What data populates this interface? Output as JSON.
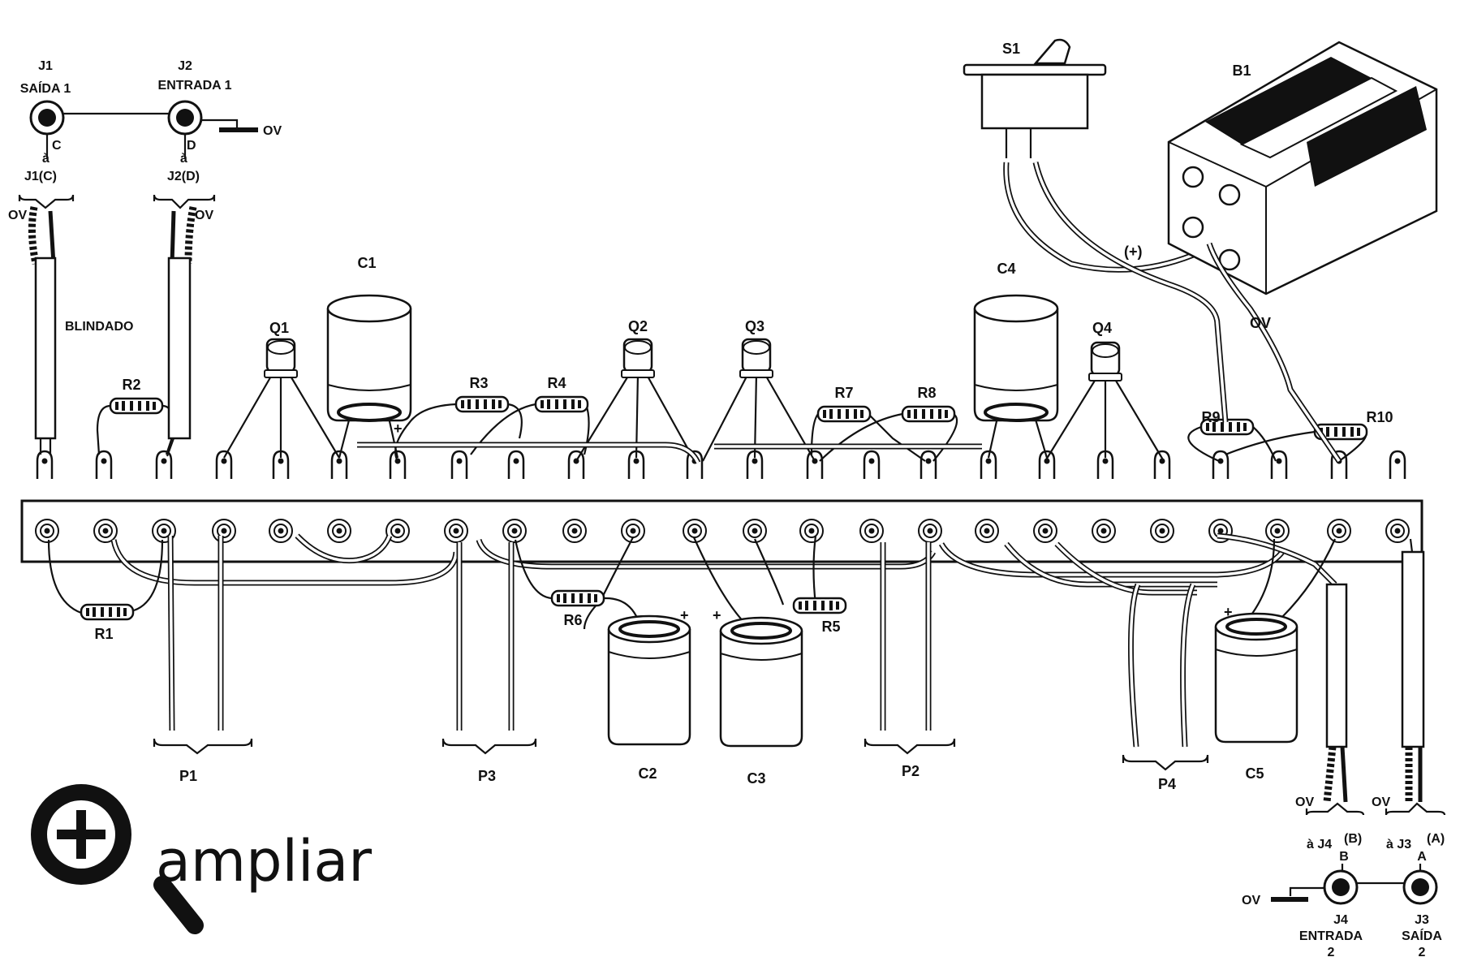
{
  "jacks": {
    "j1": {
      "name": "J1",
      "label": "SAÍDA 1",
      "pin": "C",
      "a": "à",
      "to": "J1(C)"
    },
    "j2": {
      "name": "J2",
      "label": "ENTRADA 1",
      "pin": "D",
      "a": "à",
      "to": "J2(D)"
    },
    "j3": {
      "name": "J3",
      "label1": "SAÍDA",
      "label2": "2",
      "pin": "A",
      "to": "à J3",
      "to_pin": "(A)"
    },
    "j4": {
      "name": "J4",
      "label1": "ENTRADA",
      "label2": "2",
      "pin": "B",
      "to": "à J4",
      "to_pin": "(B)"
    }
  },
  "ground": "OV",
  "shielded": "BLINDADO",
  "switch": "S1",
  "battery": "B1",
  "battery_plus": "(+)",
  "transistors": [
    "Q1",
    "Q2",
    "Q3",
    "Q4"
  ],
  "capacitors": {
    "c1": "C1",
    "c2": "C2",
    "c3": "C3",
    "c4": "C4",
    "c5": "C5"
  },
  "resistors": [
    "R1",
    "R2",
    "R3",
    "R4",
    "R5",
    "R6",
    "R7",
    "R8",
    "R9",
    "R10"
  ],
  "pots": [
    "P1",
    "P2",
    "P3",
    "P4"
  ],
  "plus": "+",
  "zoom": {
    "label": "ampliar",
    "icon": "magnifier-plus-icon"
  }
}
